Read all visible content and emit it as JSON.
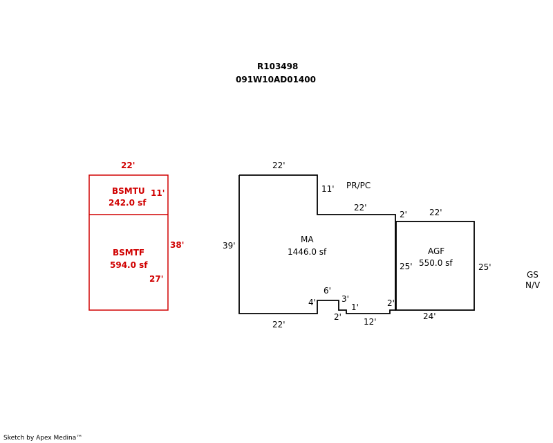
{
  "header": {
    "parcel_id": "R103498",
    "map_number": "091W10AD01400"
  },
  "basement": {
    "color": "#d00000",
    "top_dim": "22'",
    "upper": {
      "code": "BSMTU",
      "area": "242.0 sf",
      "dim": "11'"
    },
    "lower": {
      "code": "BSMTF",
      "area": "594.0 sf",
      "dim": "27'"
    },
    "side_dim": "38'"
  },
  "main": {
    "code": "MA",
    "area": "1446.0 sf",
    "dims": {
      "top": "22'",
      "notch_height": "11'",
      "ledge": "22'",
      "left": "39'",
      "bottom": "22'",
      "step_left": "4'",
      "step_top": "6'",
      "step_right": "3'",
      "step_down": "2'",
      "step_small": "1'",
      "bottom_right": "12'",
      "right_small": "2'"
    },
    "note": "PR/PC"
  },
  "garage": {
    "code": "AGF",
    "area": "550.0 sf",
    "dims": {
      "gap": "2'",
      "top": "22'",
      "left": "25'",
      "right": "25'",
      "bottom": "24'"
    }
  },
  "other": {
    "code": "GS",
    "status": "N/V"
  },
  "footer": {
    "credit": "Sketch by Apex Medina™"
  }
}
